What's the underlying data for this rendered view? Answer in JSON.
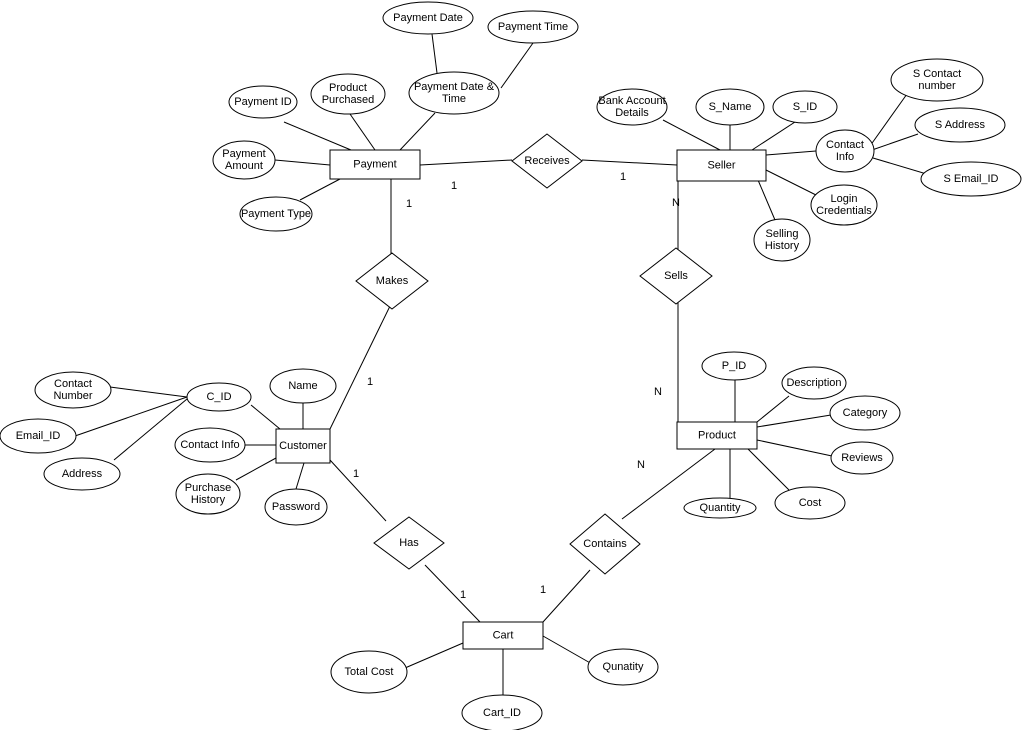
{
  "entities": {
    "payment": "Payment",
    "seller": "Seller",
    "customer": "Customer",
    "product": "Product",
    "cart": "Cart"
  },
  "relationships": {
    "receives": "Receives",
    "makes": "Makes",
    "sells": "Sells",
    "has": "Has",
    "contains": "Contains"
  },
  "attributes": {
    "payment_date": "Payment Date",
    "payment_time": "Payment Time",
    "payment_date_time": [
      "Payment Date &",
      "Time"
    ],
    "product_purchased": [
      "Product",
      "Purchased"
    ],
    "payment_id": "Payment ID",
    "payment_amount": [
      "Payment",
      "Amount"
    ],
    "payment_type": "Payment Type",
    "bank_account_details": [
      "Bank Account",
      "Details"
    ],
    "s_name": "S_Name",
    "s_id": "S_ID",
    "contact_info_seller": [
      "Contact",
      "Info"
    ],
    "s_contact_number": [
      "S Contact",
      "number"
    ],
    "s_address": "S Address",
    "s_email_id": "S Email_ID",
    "login_credentials": [
      "Login",
      "Credentials"
    ],
    "selling_history": [
      "Selling",
      "History"
    ],
    "contact_number": [
      "Contact",
      "Number"
    ],
    "c_id": "C_ID",
    "email_id": "Email_ID",
    "address": "Address",
    "name": "Name",
    "contact_info_customer": "Contact Info",
    "purchase_history": [
      "Purchase",
      "History"
    ],
    "password": "Password",
    "p_id": "P_ID",
    "description": "Description",
    "category": "Category",
    "reviews": "Reviews",
    "cost": "Cost",
    "quantity": "Quantity",
    "total_cost": "Total Cost",
    "cart_id": "Cart_ID",
    "qunatity": "Qunatity"
  },
  "cardinalities": {
    "payment_receives": "1",
    "seller_receives": "1",
    "payment_makes": "1",
    "customer_makes": "1",
    "seller_sells": "N",
    "product_sells": "N",
    "product_contains": "N",
    "cart_contains": "1",
    "customer_has": "1",
    "cart_has": "1"
  }
}
